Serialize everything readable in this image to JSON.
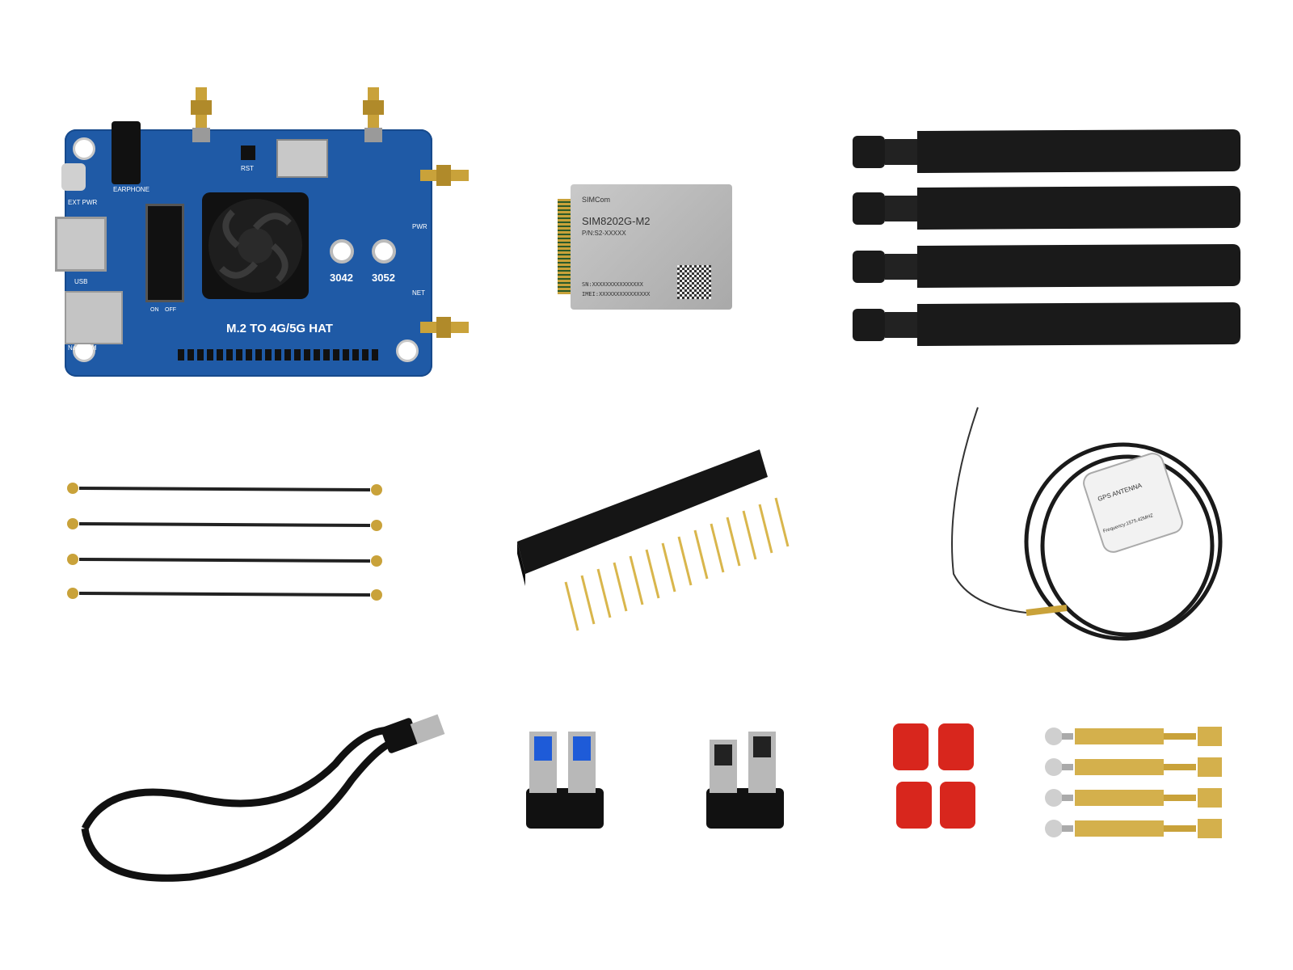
{
  "hat": {
    "title": "M.2 TO 4G/5G HAT",
    "slot_a": "3042",
    "slot_b": "3052",
    "earphone": "EARPHONE",
    "ext_pwr": "EXT PWR",
    "usb": "USB",
    "rst": "RST",
    "nano_sim": "Nano SIM",
    "pwr": "PWR",
    "net": "NET",
    "on": "ON",
    "off": "OFF"
  },
  "module": {
    "brand": "SIMCom",
    "model": "SIM8202G-M2",
    "pn": "P/N:S2-XXXXX",
    "sn": "SN:XXXXXXXXXXXXXXX",
    "imei": "IMEI:XXXXXXXXXXXXXXX"
  },
  "gps": {
    "label": "GPS ANTENNA",
    "freq": "Frequency:1575.42MHZ"
  },
  "colors": {
    "pcb_blue": "#1f5aa6",
    "gold": "#c9a23a",
    "cap_red": "#d8261d",
    "brass": "#d4b04c",
    "black": "#1a1a1a"
  }
}
